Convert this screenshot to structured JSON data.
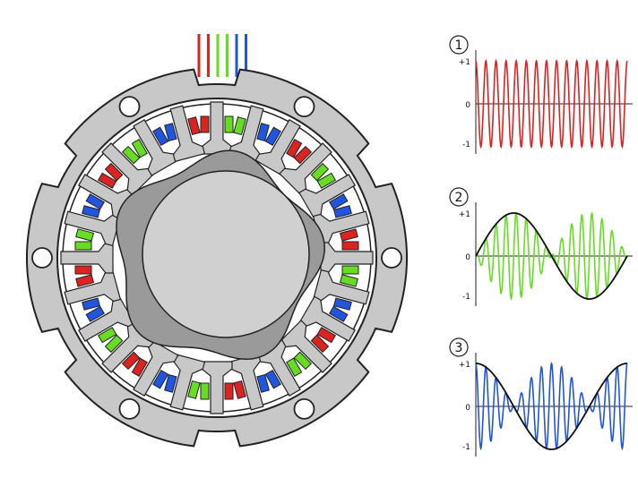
{
  "colors": {
    "phase1": "#dd2222",
    "phase2": "#66dd22",
    "phase3": "#2255dd",
    "stator": "#c8c8c8",
    "rotor_outer": "#9a9a9a",
    "rotor_inner": "#d0d0d0",
    "outline": "#222222"
  },
  "motor": {
    "wire_colors": [
      "#dd2222",
      "#dd2222",
      "#66dd22",
      "#66dd22",
      "#2255dd",
      "#2255dd"
    ]
  },
  "graphs": [
    {
      "id": "1",
      "number_label": "1",
      "tick_labels": [
        "+1",
        "0",
        "-1"
      ],
      "series_color": "#dd2222",
      "cycles": 15,
      "envelope": false
    },
    {
      "id": "2",
      "number_label": "2",
      "tick_labels": [
        "+1",
        "0",
        "-1"
      ],
      "series_color": "#66dd22",
      "cycles": 15,
      "envelope": true,
      "envelope_phase": 0
    },
    {
      "id": "3",
      "number_label": "3",
      "tick_labels": [
        "+1",
        "0",
        "-1"
      ],
      "series_color": "#2255dd",
      "cycles": 15,
      "envelope": true,
      "envelope_phase": 90
    }
  ]
}
